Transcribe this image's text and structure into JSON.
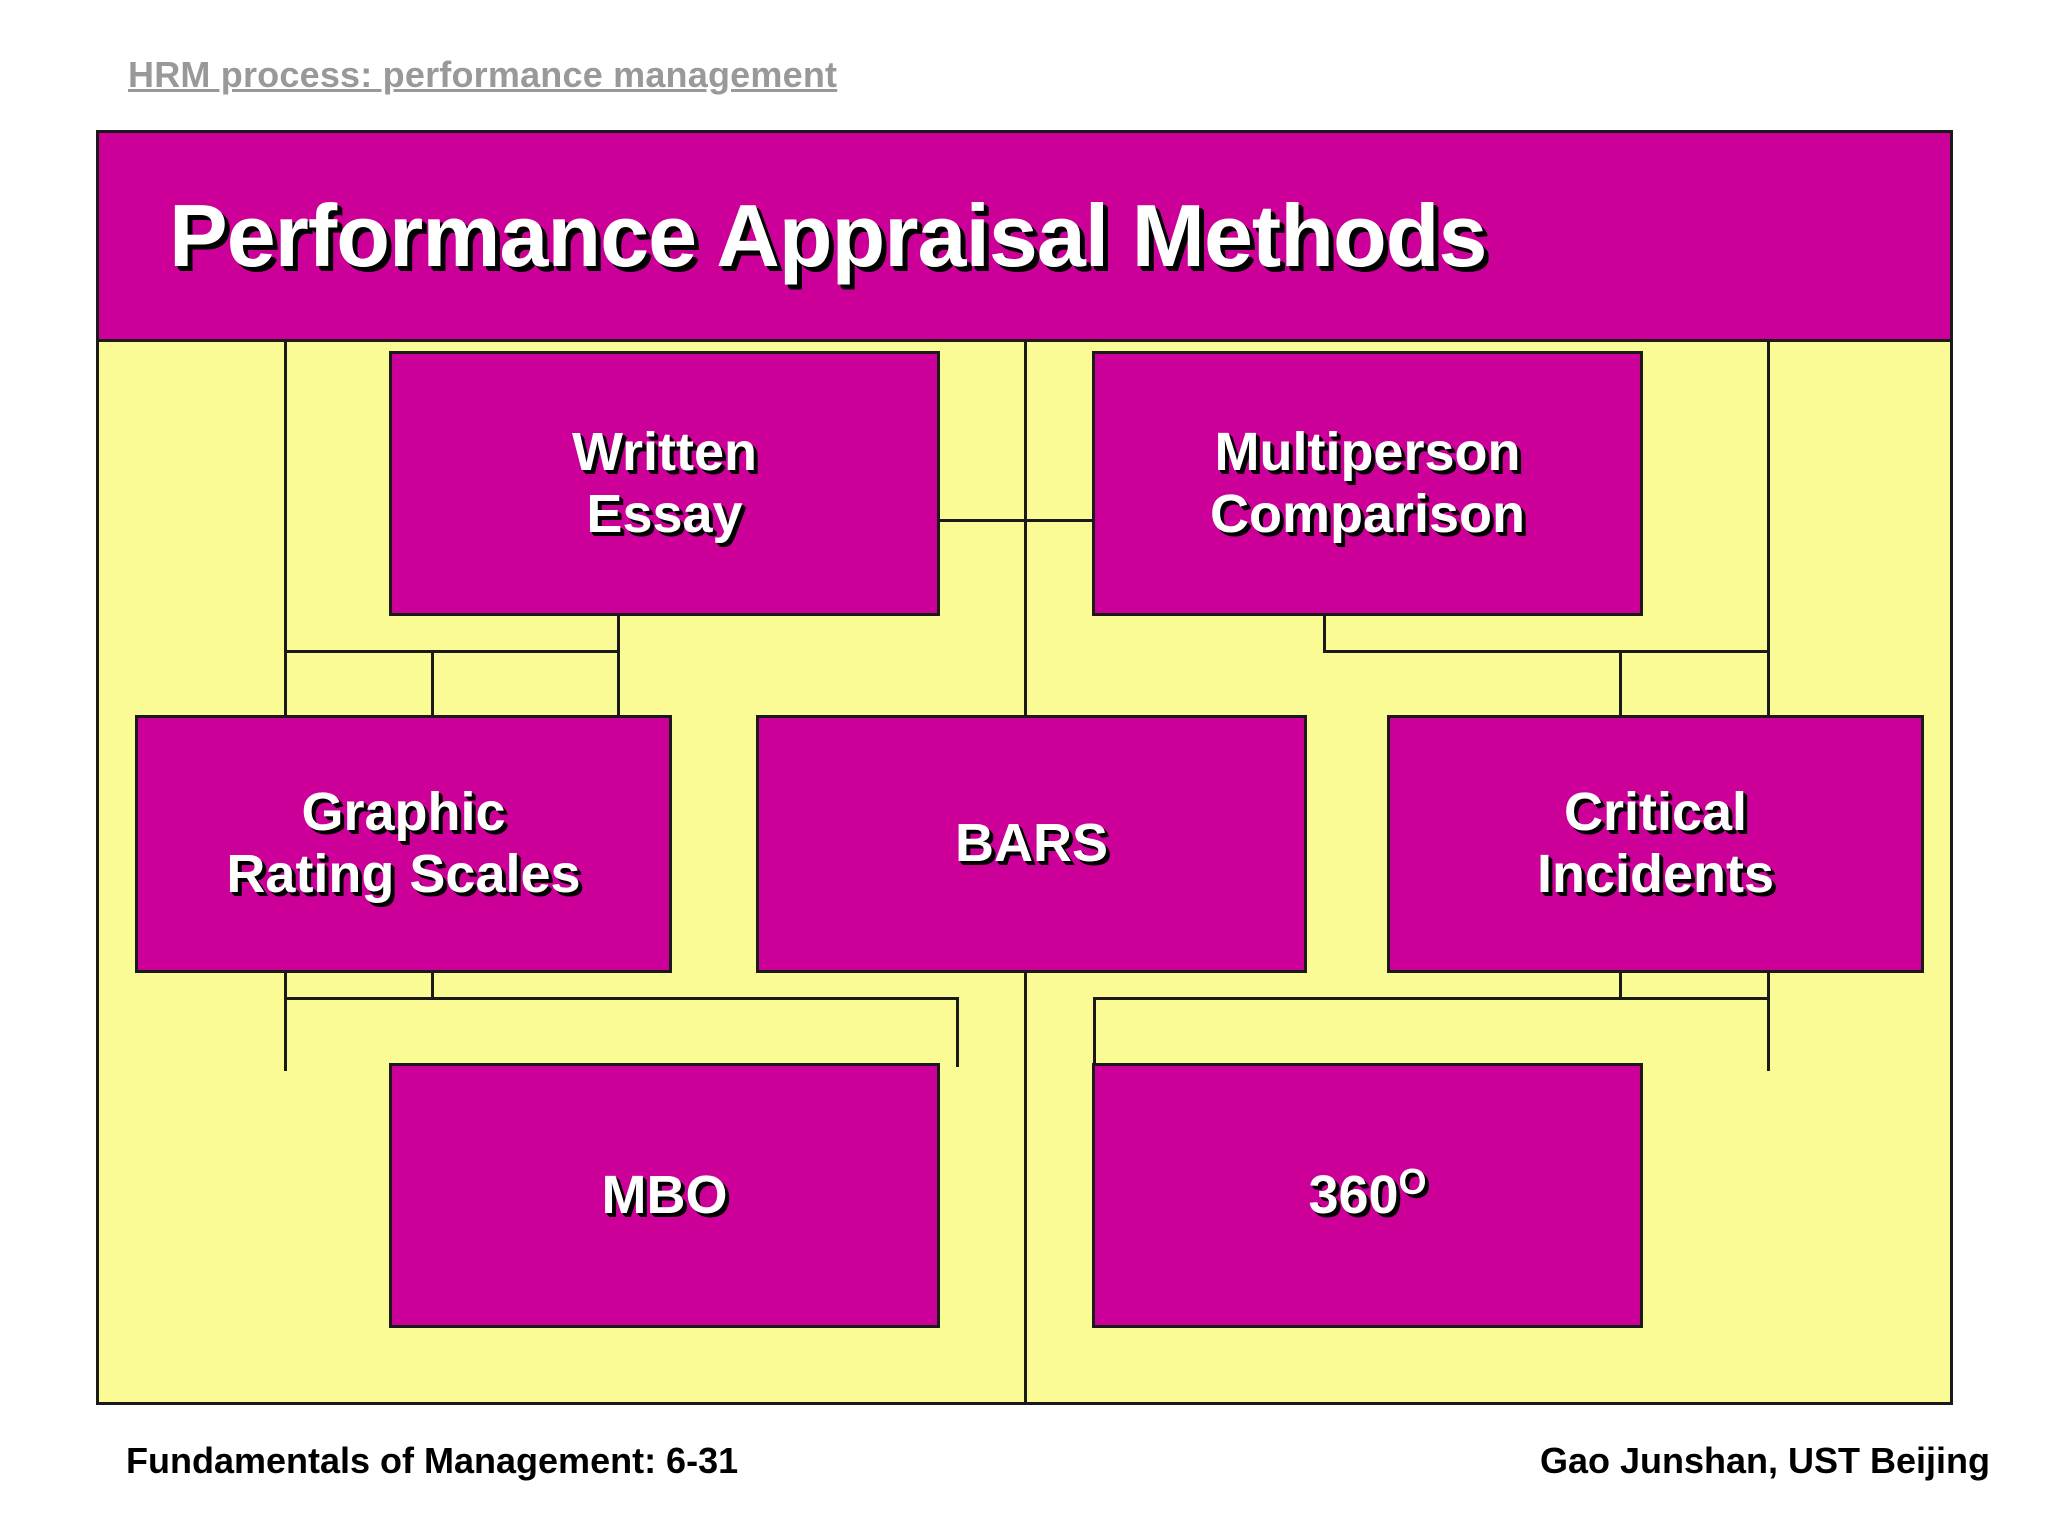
{
  "slide": {
    "kicker": "HRM process: performance management",
    "title": "Performance Appraisal Methods",
    "colors": {
      "magenta": "#CC0099",
      "yellow": "#FBFB96",
      "outline": "#1A1A1A",
      "kicker_gray": "#999999",
      "text_white": "#FFFFFF"
    }
  },
  "diagram": {
    "type": "hierarchy",
    "root": "Performance Appraisal Methods",
    "nodes": [
      {
        "id": "written-essay",
        "label": "Written\nEssay",
        "row": 1,
        "column": "left"
      },
      {
        "id": "multiperson",
        "label": "Multiperson\nComparison",
        "row": 1,
        "column": "right"
      },
      {
        "id": "graphic-rating",
        "label": "Graphic\nRating Scales",
        "row": 2,
        "column": "left"
      },
      {
        "id": "bars",
        "label": "BARS",
        "row": 2,
        "column": "center"
      },
      {
        "id": "critical",
        "label": "Critical\nIncidents",
        "row": 2,
        "column": "right"
      },
      {
        "id": "mbo",
        "label": "MBO",
        "row": 3,
        "column": "left"
      },
      {
        "id": "360",
        "label": "360",
        "row": 3,
        "column": "right",
        "superscript": "O"
      }
    ]
  },
  "footer": {
    "left": "Fundamentals of Management: 6-31",
    "right": "Gao Junshan, UST Beijing"
  }
}
